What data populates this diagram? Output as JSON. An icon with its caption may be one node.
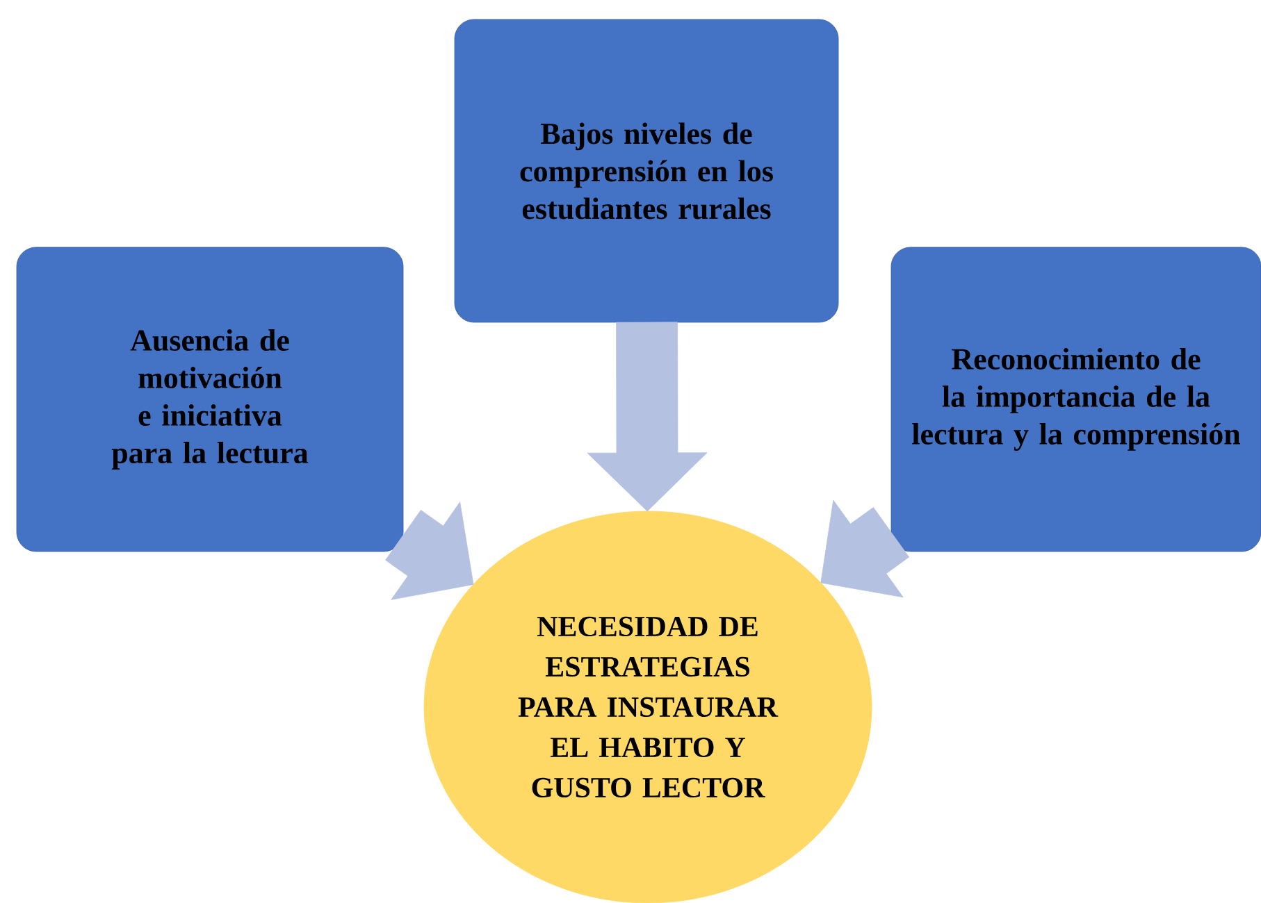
{
  "diagram": {
    "nodes": [
      {
        "text": [
          "Ausencia de motivación e iniciativa para la lectura"
        ]
      },
      {
        "text": [
          "Bajos niveles de comprensión en los estudiantes rurales"
        ]
      },
      {
        "text": [
          "Reconocimiento de la importancia de la lectura y la comprensión"
        ]
      },
      {
        "text": [
          "NECESIDAD DE ESTRATEGIAS PARA INSTAURAR EL HABITO Y GUSTO LECTOR"
        ]
      }
    ],
    "edges": [
      {
        "from": 0,
        "to": 3,
        "arrow": "to"
      },
      {
        "from": 1,
        "to": 3,
        "arrow": "to"
      },
      {
        "from": 2,
        "to": 3,
        "arrow": "to"
      }
    ]
  }
}
